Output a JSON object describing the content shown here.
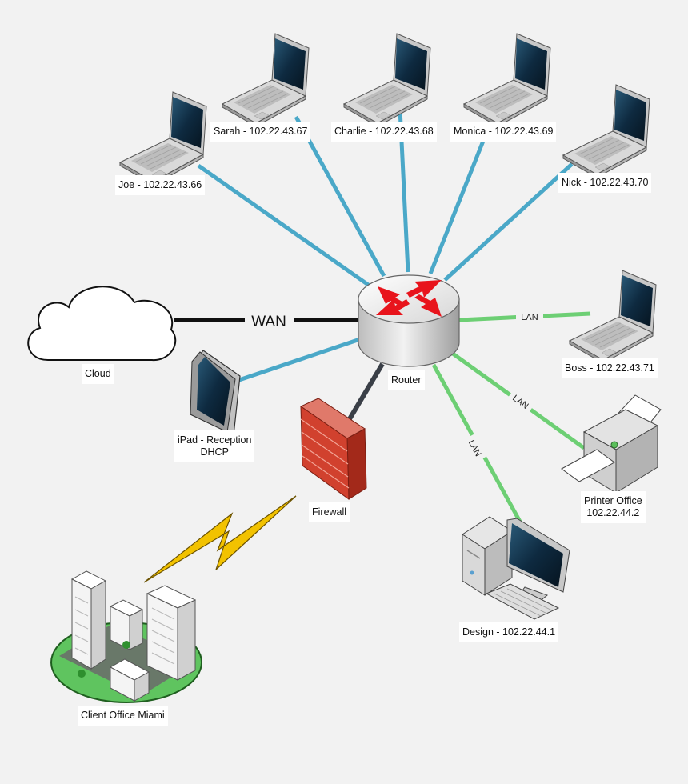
{
  "router": {
    "label": "Router"
  },
  "cloud": {
    "label": "Cloud",
    "link_label": "WAN"
  },
  "laptops": [
    {
      "id": "joe",
      "label": "Joe - 102.22.43.66"
    },
    {
      "id": "sarah",
      "label": "Sarah - 102.22.43.67"
    },
    {
      "id": "charlie",
      "label": "Charlie - 102.22.43.68"
    },
    {
      "id": "monica",
      "label": "Monica - 102.22.43.69"
    },
    {
      "id": "nick",
      "label": "Nick - 102.22.43.70"
    },
    {
      "id": "boss",
      "label": "Boss - 102.22.43.71",
      "link_label": "LAN"
    }
  ],
  "ipad": {
    "label_line1": "iPad - Reception",
    "label_line2": "DHCP"
  },
  "firewall": {
    "label": "Firewall"
  },
  "printer": {
    "label_line1": "Printer Office",
    "label_line2": "102.22.44.2",
    "link_label": "LAN"
  },
  "design": {
    "label": "Design - 102.22.44.1",
    "link_label": "LAN"
  },
  "client_office": {
    "label": "Client Office Miami"
  },
  "colors": {
    "wireless": "#4aa8c8",
    "lan": "#6dcf74",
    "wan": "#111111",
    "firewall_link": "#3a3f47",
    "router_arrows": "#e8141c",
    "lightning": "#f2c200"
  }
}
